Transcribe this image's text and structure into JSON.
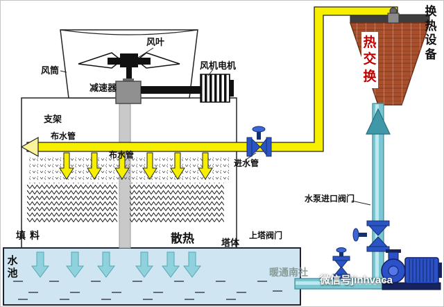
{
  "cooling_tower": {
    "fan_blade": "风叶",
    "fan_duct": "风筒",
    "fan_motor": "风机电机",
    "reducer": "减速器",
    "support_frame": "支架",
    "water_pipe_label_1": "布水管",
    "water_pipe_label_2": "布水管",
    "inlet_pipe": "进水管",
    "fill_material": "填料",
    "heat_dissipation": "散热",
    "tower_body": "塔体",
    "water_pool": "水池"
  },
  "circuit": {
    "pump_inlet_valve": "水泵进口阀门",
    "tower_supply_valve": "上塔阀门"
  },
  "heat_exchanger": {
    "core_label": "热交换",
    "equipment_label": "换热设备"
  },
  "watermarks": {
    "brand": "暖通南社",
    "wechat": "微信号jinhvaca"
  },
  "colors": {
    "hot_pipe_yellow": "#f6ef00",
    "cold_pipe_cyan": "#7cc6d2",
    "exchanger_brick": "#a8502e",
    "valve_blue": "#2b55c4",
    "pump_blue": "#2b50c8",
    "pool_water": "#cfe6f2",
    "heat_label_red": "#c00000"
  }
}
